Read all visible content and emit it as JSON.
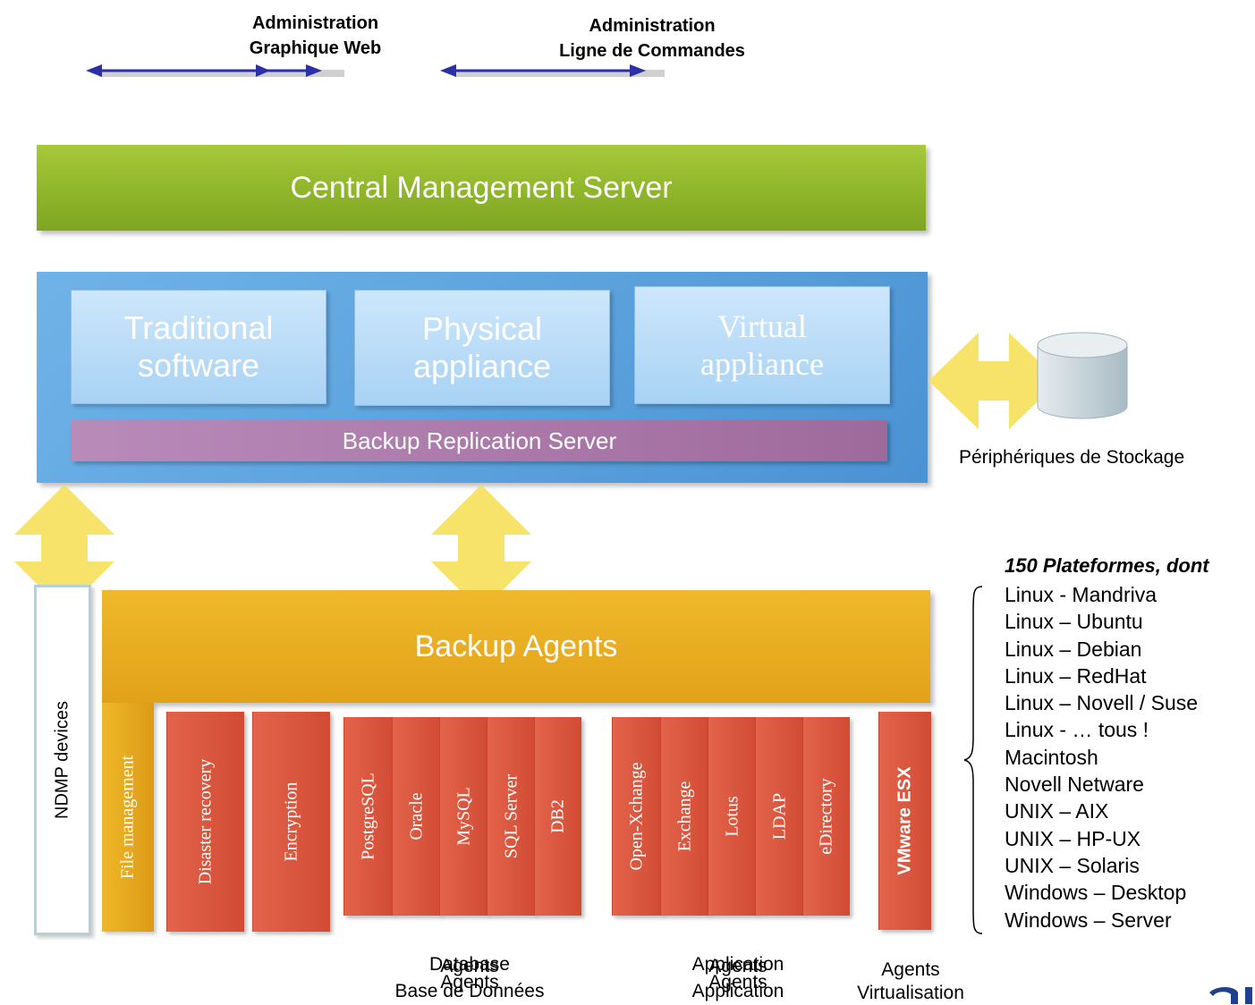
{
  "admin": {
    "web": [
      "Administration",
      "Graphique Web"
    ],
    "cli": [
      "Administration",
      "Ligne de Commandes"
    ]
  },
  "central_server": "Central Management Server",
  "appliances": [
    {
      "line1": "Traditional",
      "line2": "software"
    },
    {
      "line1": "Physical",
      "line2": "appliance"
    },
    {
      "line1": "Virtual",
      "line2": "appliance"
    }
  ],
  "replication_server": "Backup Replication Server",
  "storage_label": "Périphériques de Stockage",
  "backup_agents": "Backup Agents",
  "ndmp_devices": "NDMP devices",
  "file_management": "File management",
  "disaster_recovery": "Disaster recovery",
  "encryption": "Encryption",
  "database_agents": [
    "PostgreSQL",
    "Oracle",
    "MySQL",
    "SQL Server",
    "DB2"
  ],
  "application_agents": [
    "Open-Xchange",
    "Exchange",
    "Lotus",
    "LDAP",
    "eDirectory"
  ],
  "vmware": "VMware ESX",
  "bottom_labels": {
    "database": {
      "line1": "Database",
      "overlay1": "Agents",
      "line2": "Base de Données",
      "overlay2": "Agents"
    },
    "application": {
      "line1": "Application",
      "overlay1": "Agents",
      "line2": "Application",
      "overlay2": "Agents"
    },
    "virtualisation": {
      "line1": "Agents",
      "line2": "Virtualisation"
    }
  },
  "platforms": {
    "title": "150 Plateformes, dont",
    "items": [
      "Linux - Mandriva",
      "Linux – Ubuntu",
      "Linux – Debian",
      "Linux – RedHat",
      "Linux – Novell / Suse",
      "Linux - … tous !",
      "Macintosh",
      "Novell Netware",
      "UNIX – AIX",
      "UNIX – HP-UX",
      "UNIX – Solaris",
      "Windows – Desktop",
      "Windows – Server"
    ]
  },
  "colors": {
    "cms_green": "#8fb52b",
    "blue_block": "#4a92d3",
    "replication_purple": "#9e6a9c",
    "agents_orange": "#e2a21a",
    "agent_red": "#d24b34",
    "arrow_yellow": "#f7e05a",
    "admin_arrow_blue": "#2b2fa8"
  }
}
